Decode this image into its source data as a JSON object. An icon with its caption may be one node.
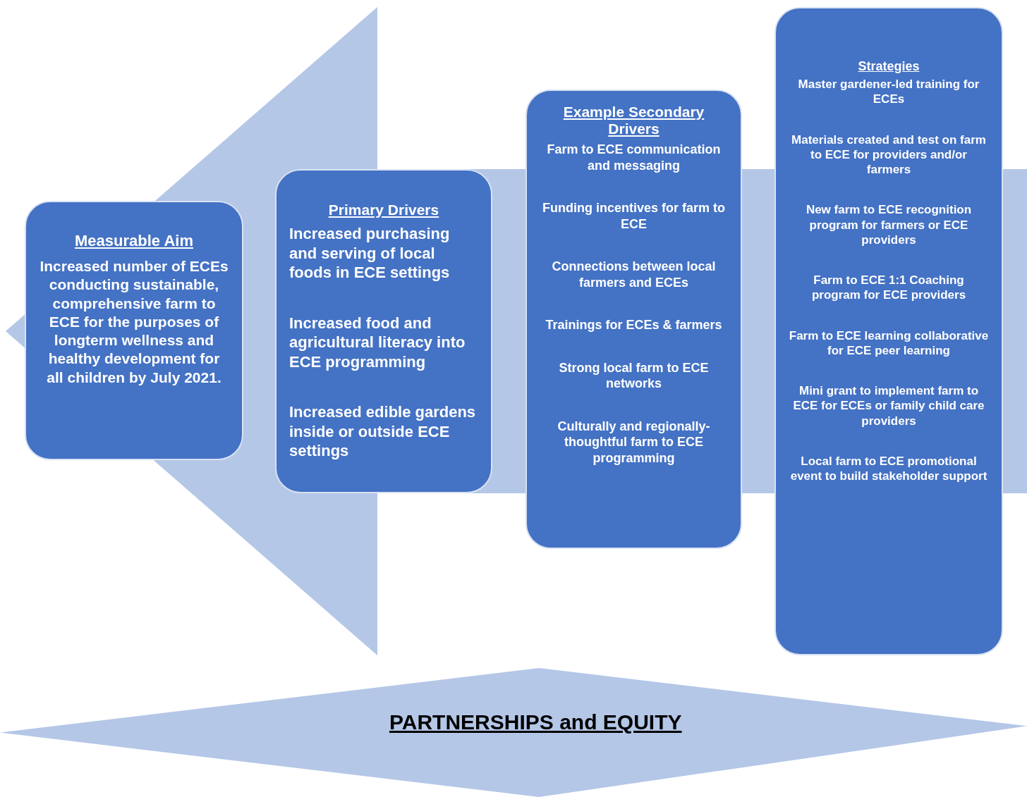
{
  "diagram": {
    "nodes": [
      {
        "text": [
          "Measurable Aim",
          "Increased number of ECEs conducting sustainable, comprehensive farm to ECE for the purposes of longterm wellness and healthy development for all children by July 2021."
        ]
      },
      {
        "text": [
          "Primary Drivers",
          "Increased purchasing and serving of local foods in ECE settings",
          "Increased food and agricultural literacy into ECE programming",
          "Increased edible gardens inside or outside ECE settings"
        ]
      },
      {
        "text": [
          "Example Secondary Drivers",
          "Farm to ECE communication and messaging",
          "Funding incentives for farm to ECE",
          "Connections between local farmers and ECEs",
          "Trainings for ECEs & farmers",
          "Strong local farm to ECE networks",
          "Culturally and regionally-thoughtful farm to ECE programming"
        ]
      },
      {
        "text": [
          "Strategies",
          "Master gardener-led training for ECEs",
          "Materials created and test on farm to ECE for providers and/or farmers",
          "New farm to ECE recognition program for farmers or ECE providers",
          "Farm to ECE 1:1 Coaching program for ECE providers",
          "Farm to ECE learning collaborative for ECE peer learning",
          "Mini grant to implement farm to ECE for ECEs or family child care providers",
          "Local farm to ECE promotional event to build stakeholder support"
        ]
      },
      {
        "text": [
          "PARTNERSHIPS and EQUITY"
        ]
      }
    ],
    "edges": [
      {
        "from": 3,
        "to": 0,
        "arrow": "to"
      }
    ]
  }
}
